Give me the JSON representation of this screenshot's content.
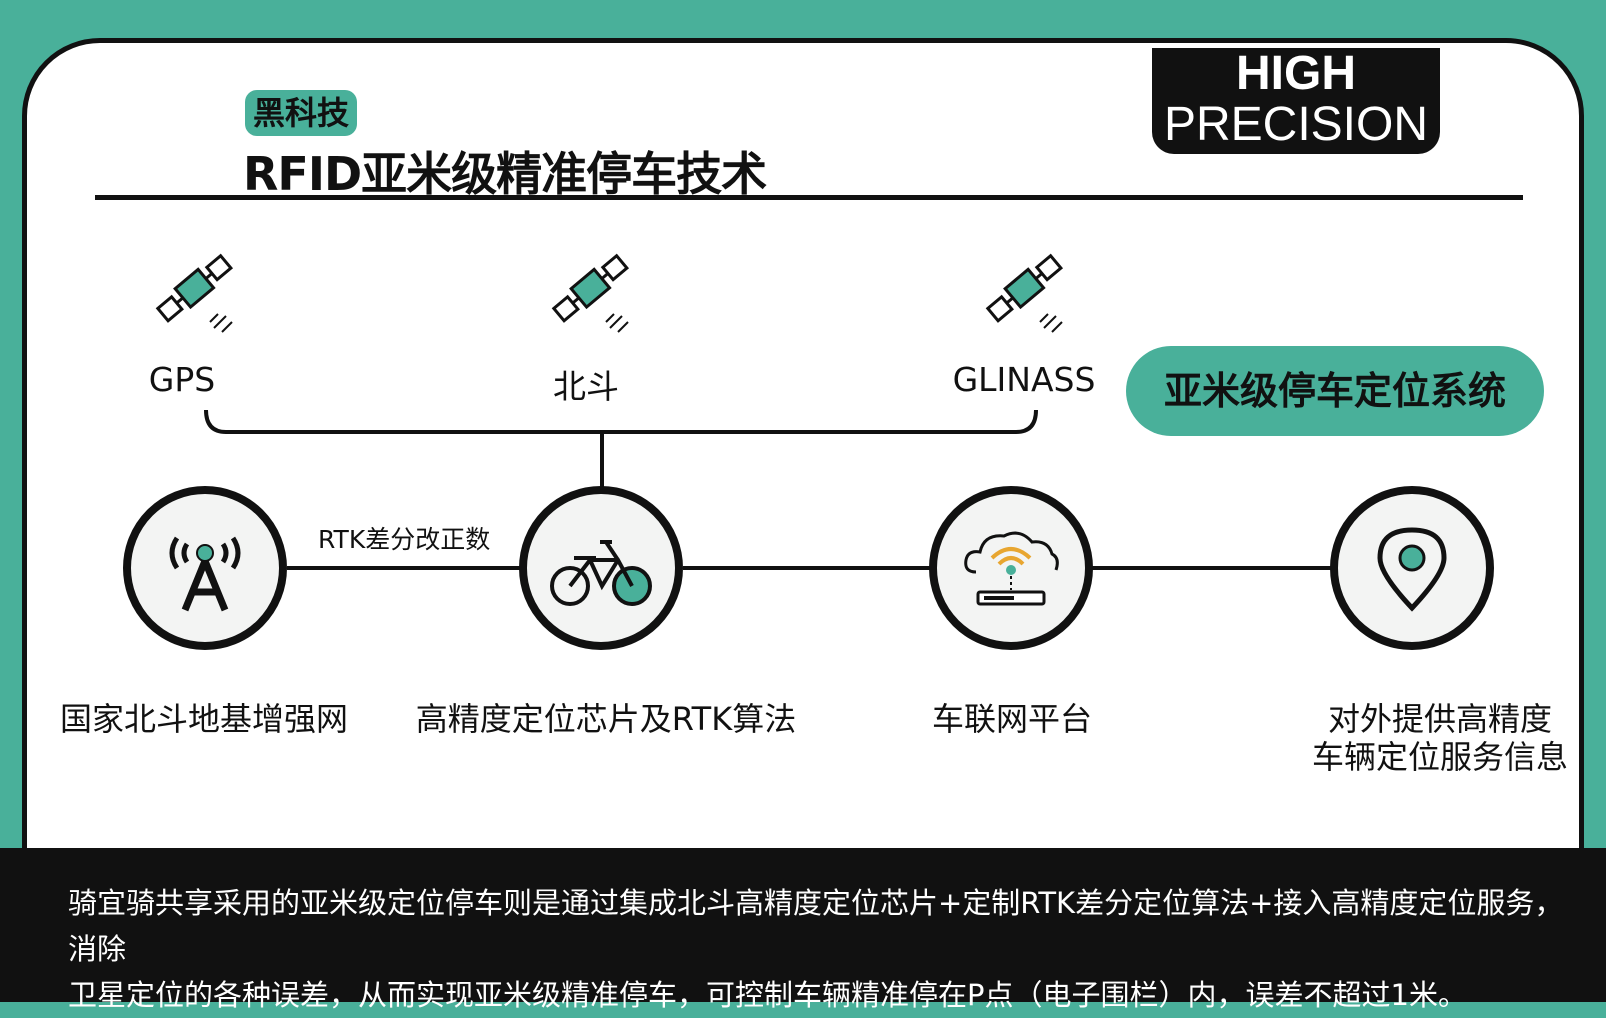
{
  "header": {
    "badge": "黑科技",
    "title": "RFID亚米级精准停车技术",
    "corner_line1": "HIGH",
    "corner_line2": "PRECISION"
  },
  "satellites": [
    {
      "label": "GPS",
      "icon": "satellite-icon"
    },
    {
      "label": "北斗",
      "icon": "satellite-icon"
    },
    {
      "label": "GLINASS",
      "icon": "satellite-icon"
    }
  ],
  "system_pill": "亚米级停车定位系统",
  "rtk_label": "RTK差分改正数",
  "nodes": [
    {
      "label": "国家北斗地基增强网",
      "icon": "signal-tower-icon"
    },
    {
      "label": "高精度定位芯片及RTK算法",
      "icon": "bicycle-icon"
    },
    {
      "label": "车联网平台",
      "icon": "cloud-router-icon"
    },
    {
      "label_line1": "对外提供高精度",
      "label_line2": "车辆定位服务信息",
      "icon": "location-pin-icon"
    }
  ],
  "footer": {
    "line1": "骑宜骑共享采用的亚米级定位停车则是通过集成北斗高精度定位芯片+定制RTK差分定位算法+接入高精度定位服务，消除",
    "line2": "卫星定位的各种误差，从而实现亚米级精准停车，可控制车辆精准停在P点（电子围栏）内，误差不超过1米。"
  },
  "colors": {
    "accent": "#49b09a",
    "dark": "#111111",
    "node_fill": "#f3f4f3"
  }
}
